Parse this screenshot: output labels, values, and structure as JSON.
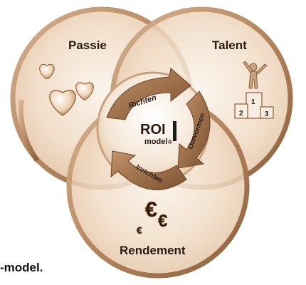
{
  "circles": {
    "passie": "Passie",
    "talent": "Talent",
    "rendement": "Rendement"
  },
  "arrows": {
    "richten": "Richten",
    "omvormen": "Omvormen",
    "inrichten": "Inrichten"
  },
  "center": {
    "logo_main": "ROI",
    "logo_sub": "model",
    "registered": "®"
  },
  "podium": [
    "1",
    "2",
    "3"
  ],
  "currency_symbol": "€",
  "caption": "-model.",
  "colors": {
    "ring": "#b98f6a",
    "ring_dark": "#8a5f3d",
    "arrow": "#9a6a45",
    "label": "#2a1a10"
  },
  "icons": [
    "hearts-icon",
    "podium-winner-icon",
    "euro-coins-icon",
    "cycle-arrows-icon"
  ]
}
